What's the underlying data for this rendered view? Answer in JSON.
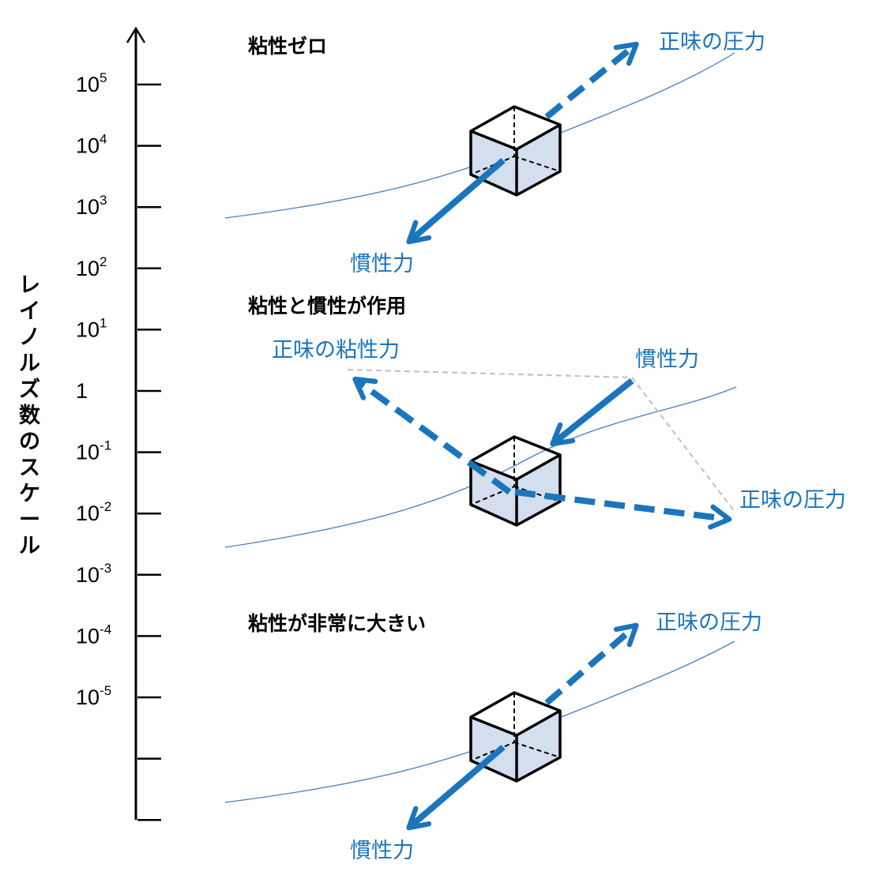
{
  "axis": {
    "title": "レイノルズ数のスケール",
    "ticks": [
      {
        "base": "10",
        "exp": "5"
      },
      {
        "base": "10",
        "exp": "4"
      },
      {
        "base": "10",
        "exp": "3"
      },
      {
        "base": "10",
        "exp": "2"
      },
      {
        "base": "10",
        "exp": "1"
      },
      {
        "base": "1",
        "exp": ""
      },
      {
        "base": "10",
        "exp": "-1"
      },
      {
        "base": "10",
        "exp": "-2"
      },
      {
        "base": "10",
        "exp": "-3"
      },
      {
        "base": "10",
        "exp": "-4"
      },
      {
        "base": "10",
        "exp": "-5"
      },
      {
        "base": "",
        "exp": ""
      },
      {
        "base": "",
        "exp": ""
      }
    ]
  },
  "colors": {
    "force": "#1b75bc",
    "streamline": "#4a7ebb",
    "cube_fill": "#d3deef",
    "construction": "#bfbfbf"
  },
  "panels": [
    {
      "title": "粘性ゼロ",
      "labels": {
        "pressure": "正味の圧力",
        "inertia": "慣性力"
      }
    },
    {
      "title": "粘性と慣性が作用",
      "labels": {
        "viscous": "正味の粘性力",
        "inertia": "慣性力",
        "pressure": "正味の圧力"
      }
    },
    {
      "title": "粘性が非常に大きい",
      "labels": {
        "pressure": "正味の圧力",
        "inertia": "慣性力"
      }
    }
  ]
}
